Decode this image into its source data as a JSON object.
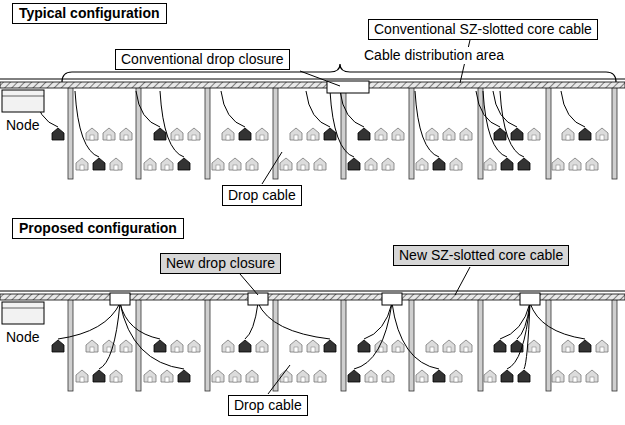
{
  "diagram": {
    "nodes": [
      {
        "text": [
          "Typical configuration"
        ]
      },
      {
        "text": [
          "Conventional SZ-slotted core cable"
        ]
      },
      {
        "text": [
          "Conventional drop closure"
        ]
      },
      {
        "text": [
          "Drop cable"
        ]
      },
      {
        "text": [
          "Proposed configuration"
        ]
      },
      {
        "text": [
          "New drop closure"
        ]
      },
      {
        "text": [
          "New SZ-slotted core cable"
        ]
      },
      {
        "text": [
          "Drop cable"
        ]
      }
    ],
    "labels": [
      "Cable distribution area",
      "Node",
      "Node"
    ]
  }
}
